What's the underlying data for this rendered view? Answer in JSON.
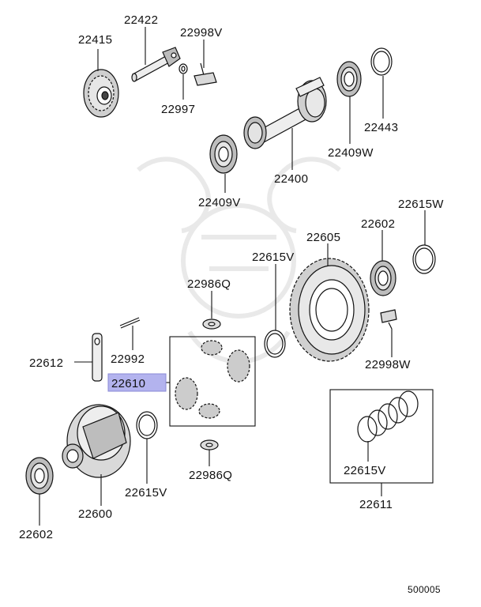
{
  "diagram": {
    "doc_code": "500005",
    "highlighted_part": "22610",
    "highlight_color": "#b3b3ee",
    "parts": {
      "p22422": "22422",
      "p22415": "22415",
      "p22998V": "22998V",
      "p22997": "22997",
      "p22443": "22443",
      "p22409W": "22409W",
      "p22400": "22400",
      "p22409V": "22409V",
      "p22615W": "22615W",
      "p22602_top": "22602",
      "p22605": "22605",
      "p22615V_top": "22615V",
      "p22986Q_top": "22986Q",
      "p22612": "22612",
      "p22992": "22992",
      "p22998W": "22998W",
      "p22610": "22610",
      "p22986Q_bottom": "22986Q",
      "p22615V_right": "22615V",
      "p22615V_bottom": "22615V",
      "p22600": "22600",
      "p22611": "22611",
      "p22602_bottom": "22602"
    }
  }
}
